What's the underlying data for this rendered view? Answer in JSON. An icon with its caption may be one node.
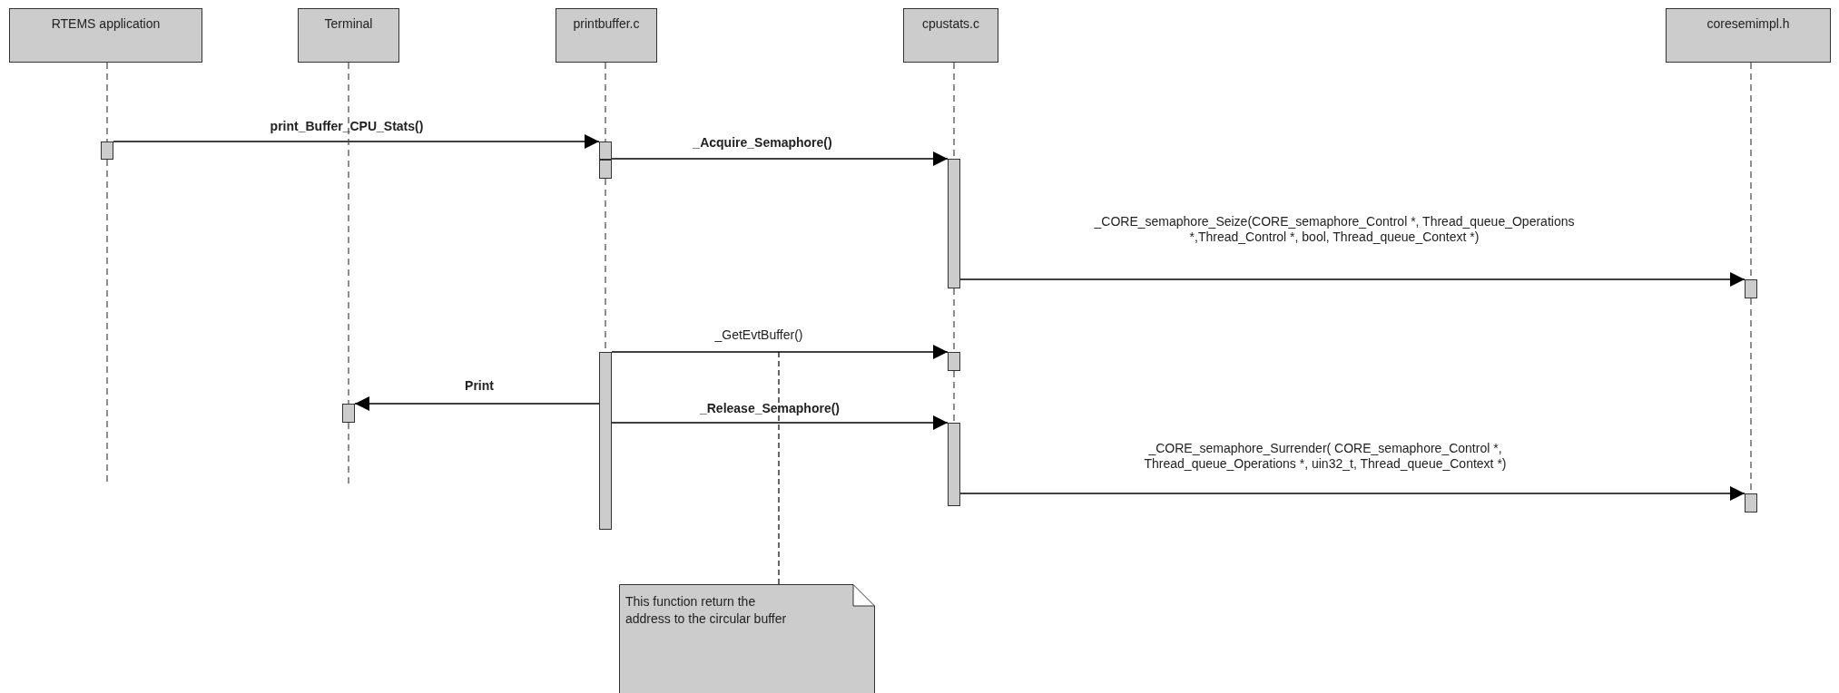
{
  "diagram": {
    "nodes": [
      {
        "text": [
          "RTEMS application"
        ]
      },
      {
        "text": [
          "Terminal"
        ]
      },
      {
        "text": [
          "printbuffer.c"
        ]
      },
      {
        "text": [
          "cpustats.c"
        ]
      },
      {
        "text": [
          "coresemimpl.h"
        ]
      },
      {
        "text": [],
        "shape": "bar"
      },
      {
        "text": [],
        "shape": "bar"
      },
      {
        "text": [],
        "shape": "bar"
      },
      {
        "text": [],
        "shape": "bar"
      },
      {
        "text": [],
        "shape": "bar"
      },
      {
        "text": [],
        "shape": "bar"
      },
      {
        "text": [],
        "shape": "bar"
      },
      {
        "text": [],
        "shape": "bar"
      },
      {
        "text": [],
        "shape": "bar"
      },
      {
        "text": [],
        "shape": "bar"
      },
      {
        "text": [
          "This function return the address to the circular buffer"
        ]
      }
    ],
    "edges": [
      {
        "from": 5,
        "to": 6,
        "arrow": "to",
        "label": "print_Buffer_CPU_Stats()"
      },
      {
        "from": 7,
        "to": 8,
        "arrow": "to",
        "label": "_Acquire_Semaphore()"
      },
      {
        "from": 8,
        "to": 9,
        "arrow": "to",
        "label": "_CORE_semaphore_Seize(CORE_semaphore_Control *, Thread_queue_Operations *,Thread_Control *, bool, Thread_queue_Context *)"
      },
      {
        "from": 10,
        "to": 11,
        "arrow": "to",
        "label": "_GetEvtBuffer()"
      },
      {
        "from": 10,
        "to": 12,
        "arrow": "to",
        "label": "Print"
      },
      {
        "from": 10,
        "to": 13,
        "arrow": "to",
        "label": "_Release_Semaphore()"
      },
      {
        "from": 13,
        "to": 14,
        "arrow": "to",
        "label": "_CORE_semaphore_Surrender( CORE_semaphore_Control *, Thread_queue_Operations *, uin32_t, Thread_queue_Context *)"
      },
      {
        "from": 15,
        "to": null,
        "arrow": "none",
        "style": "dashed"
      },
      {
        "from": 0,
        "to": 5,
        "arrow": "none",
        "style": "dashed"
      },
      {
        "from": 5,
        "to": null,
        "arrow": "none",
        "style": "dashed"
      },
      {
        "from": 1,
        "to": 12,
        "arrow": "none",
        "style": "dashed"
      },
      {
        "from": 12,
        "to": null,
        "arrow": "none",
        "style": "dashed"
      },
      {
        "from": 2,
        "to": 6,
        "arrow": "none",
        "style": "dashed"
      },
      {
        "from": 7,
        "to": 10,
        "arrow": "none",
        "style": "dashed"
      },
      {
        "from": 3,
        "to": 8,
        "arrow": "none",
        "style": "dashed"
      },
      {
        "from": 8,
        "to": 11,
        "arrow": "none",
        "style": "dashed"
      },
      {
        "from": 11,
        "to": 13,
        "arrow": "none",
        "style": "dashed"
      },
      {
        "from": 4,
        "to": 9,
        "arrow": "none",
        "style": "dashed"
      },
      {
        "from": 9,
        "to": 14,
        "arrow": "none",
        "style": "dashed"
      }
    ]
  }
}
